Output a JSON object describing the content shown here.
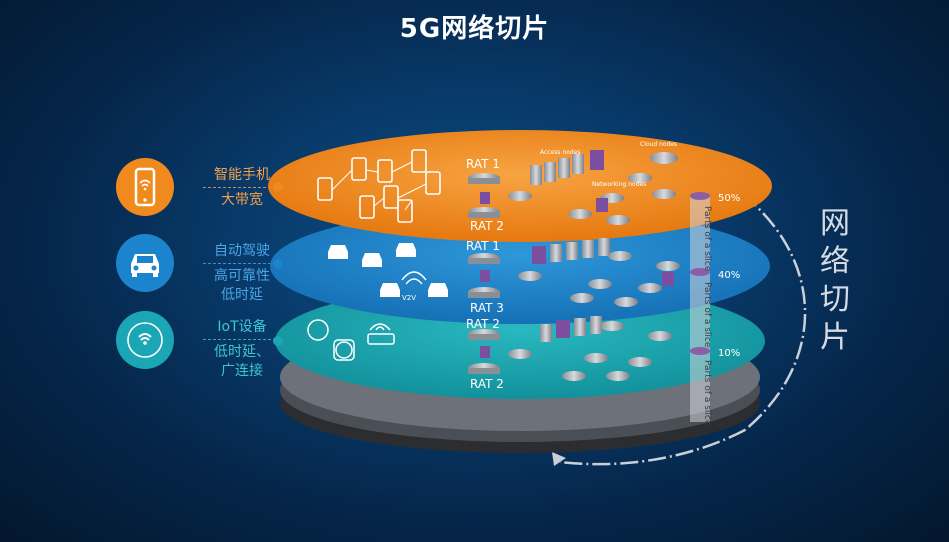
{
  "title": "5G网络切片",
  "colors": {
    "orange": "#f08a1c",
    "blue": "#1b84cc",
    "teal": "#159ea8",
    "dark_text": "#1a2a3a"
  },
  "use_cases": [
    {
      "icon": "smartphone-icon",
      "top": "智能手机",
      "bottom": "大带宽",
      "color": "#f08a1c"
    },
    {
      "icon": "car-icon",
      "top": "自动驾驶",
      "bottom": "高可靠性 低时延",
      "color": "#1b84cc"
    },
    {
      "icon": "iot-signal-icon",
      "top": "IoT设备",
      "bottom": "低时延、 广连接",
      "color": "#1aa6b4"
    }
  ],
  "layers": [
    {
      "rat_top": "RAT 1",
      "rat_bottom": "RAT 2",
      "percent": "50%"
    },
    {
      "rat_top": "RAT 1",
      "rat_bottom": "RAT 3",
      "percent": "40%"
    },
    {
      "rat_top": "RAT 2",
      "rat_bottom": "RAT 2",
      "percent": "10%"
    }
  ],
  "layer1_labels": {
    "access": "Access nodes",
    "cloud": "Cloud nodes",
    "networking": "Networking nodes"
  },
  "v2v_label": "V2V",
  "slice_label": "Parts of a slice",
  "side_label": "网络切片"
}
